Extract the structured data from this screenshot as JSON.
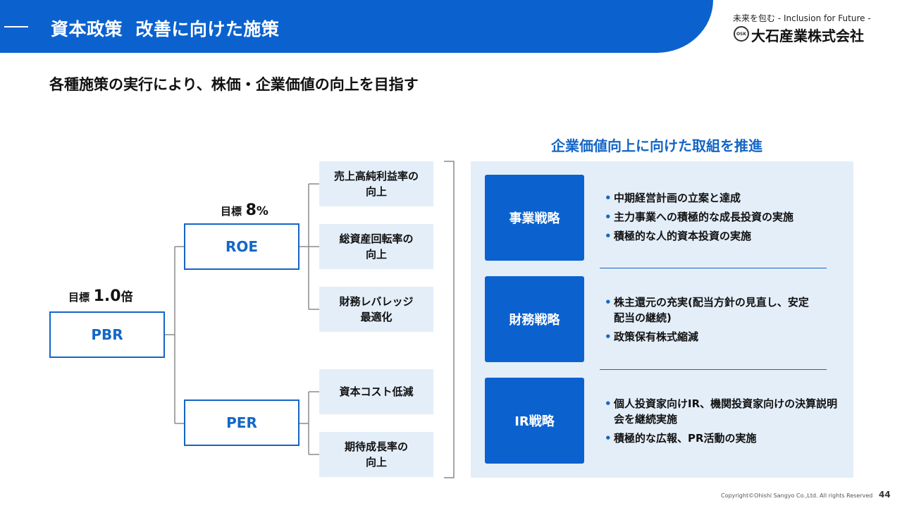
{
  "header": {
    "title": "資本政策  改善に向けた施策"
  },
  "logo": {
    "tagline": "未来を包む - Inclusion for Future -",
    "mark": "OSK",
    "name": "大石産業株式会社"
  },
  "subtitle": "各種施策の実行により、株価・企業価値の向上を目指す",
  "tree": {
    "pbr": {
      "label": "PBR",
      "target_label": "目標",
      "target_value": "1.0",
      "target_unit": "倍"
    },
    "roe": {
      "label": "ROE",
      "target_label": "目標",
      "target_value": "8",
      "target_unit": "%"
    },
    "per": {
      "label": "PER"
    },
    "roe_levers": [
      {
        "line1": "売上高純利益率の",
        "line2": "向上"
      },
      {
        "line1": "総資産回転率の",
        "line2": "向上"
      },
      {
        "line1": "財務レバレッジ",
        "line2": "最適化"
      }
    ],
    "per_levers": [
      {
        "line1": "資本コスト低減",
        "line2": ""
      },
      {
        "line1": "期待成長率の",
        "line2": "向上"
      }
    ]
  },
  "panel": {
    "title": "企業価値向上に向けた取組を推進",
    "strategies": [
      {
        "name": "事業戦略",
        "items": [
          "中期経営計画の立案と達成",
          "主力事業への積極的な成長投資の実施",
          "積極的な人的資本投資の実施"
        ]
      },
      {
        "name": "財務戦略",
        "items": [
          "株主還元の充実(配当方針の見直し、安定配当の継続)",
          "政策保有株式縮減"
        ]
      },
      {
        "name": "IR戦略",
        "items": [
          "個人投資家向けIR、機関投資家向けの決算説明会を継続実施",
          "積極的な広報、PR活動の実施"
        ]
      }
    ]
  },
  "footer": {
    "copyright": "Copyright©Ohishi Sangyo Co.,Ltd. All rights Reserved",
    "page": "44"
  }
}
